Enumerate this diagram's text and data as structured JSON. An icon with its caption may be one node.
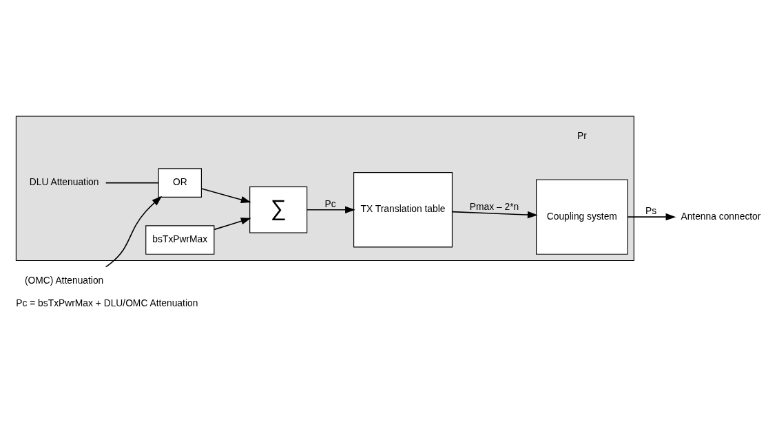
{
  "diagram": {
    "caption": "Pc = bsTxPwrMax + DLU/OMC Attenuation",
    "nodes": [
      {
        "text": [],
        "shape": "box"
      },
      {
        "text": [
          "(OMC) Attenuation"
        ]
      },
      {
        "text": [
          "DLU Attenuation"
        ],
        "in": 0
      },
      {
        "text": [
          "OR"
        ],
        "in": 0
      },
      {
        "text": [
          "bsTxPwrMax"
        ],
        "in": 0
      },
      {
        "text": [
          "∑"
        ],
        "in": 0
      },
      {
        "text": [
          "TX Translation table"
        ],
        "in": 0
      },
      {
        "text": [
          "Coupling system"
        ],
        "in": 0
      },
      {
        "text": [
          "Antenna connector"
        ]
      }
    ],
    "edges": [
      {
        "from": 1,
        "to": 3,
        "arrow": "to"
      },
      {
        "from": 2,
        "to": 3,
        "arrow": "none"
      },
      {
        "from": 3,
        "to": 5,
        "arrow": "to"
      },
      {
        "from": 4,
        "to": 5,
        "arrow": "to"
      },
      {
        "from": 5,
        "to": 6,
        "arrow": "to",
        "label": "Pc"
      },
      {
        "from": 6,
        "to": 7,
        "arrow": "to",
        "label": "Pmax – 2*n"
      },
      {
        "from": 7,
        "to": 8,
        "arrow": "to",
        "label": "Ps"
      }
    ],
    "labels": [
      "Pr"
    ]
  }
}
